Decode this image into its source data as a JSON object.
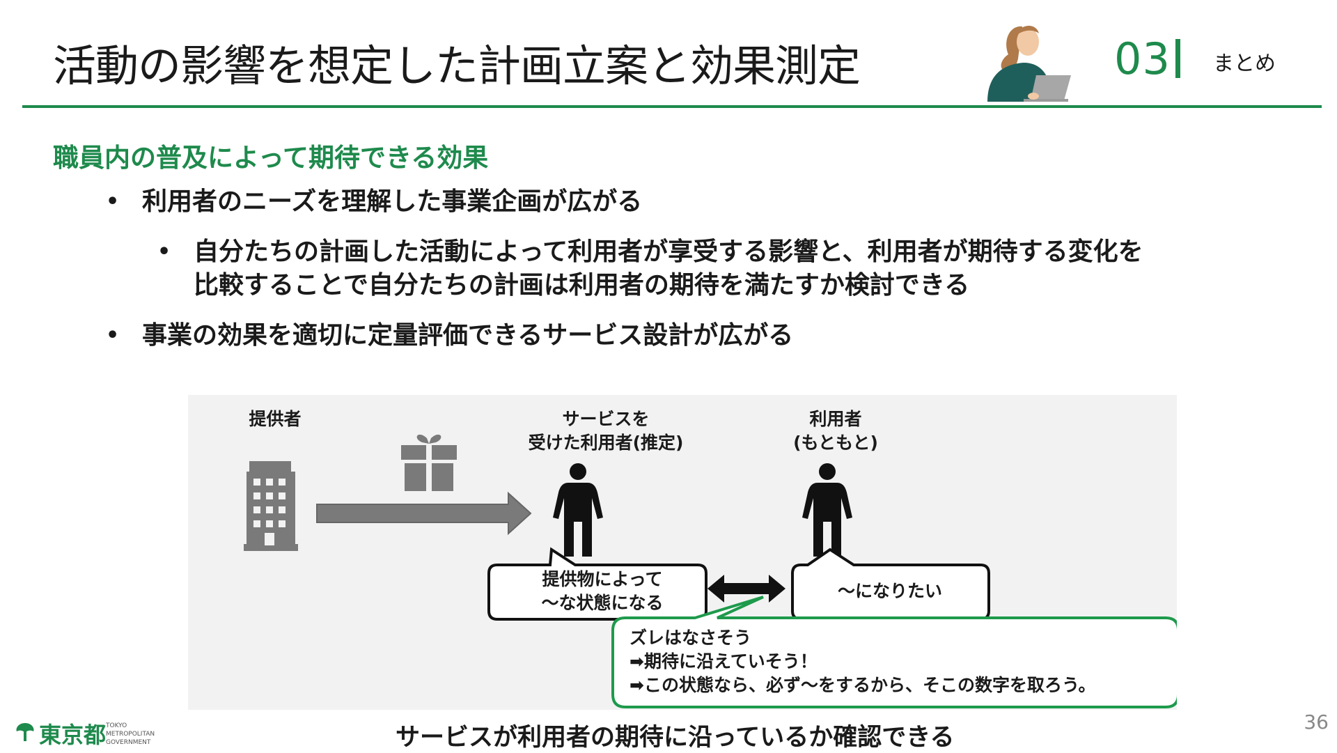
{
  "header": {
    "title": "活動の影響を想定した計画立案と効果測定",
    "section_number": "03",
    "section_label": "まとめ"
  },
  "content": {
    "subtitle": "職員内の普及によって期待できる効果",
    "bullet1": "利用者のニーズを理解した事業企画が広がる",
    "bullet2_line1": "自分たちの計画した活動によって利用者が享受する影響と、利用者が期待する変化を",
    "bullet2_line2": "比較することで自分たちの計画は利用者の期待を満たすか検討できる",
    "bullet3": "事業の効果を適切に定量評価できるサービス設計が広がる",
    "bullet_char": "•"
  },
  "diagram": {
    "provider_label": "提供者",
    "recipient_line1": "サービスを",
    "recipient_line2": "受けた利用者(推定)",
    "user_line1": "利用者",
    "user_line2": "(もともと)",
    "callout_left_line1": "提供物によって",
    "callout_left_line2": "～な状態になる",
    "callout_right": "～になりたい",
    "callout_green_line1": "ズレはなさそう",
    "callout_green_line2": "➡期待に沿えていそう！",
    "callout_green_line3": "➡この状態なら、必ず～をするから、そこの数字を取ろう。"
  },
  "footer": {
    "conclusion": "サービスが利用者の期待に沿っているか確認できる",
    "logo_jp": "東京都",
    "logo_en_line1": "TOKYO METROPOLITAN",
    "logo_en_line2": "GOVERNMENT",
    "page_number": "36"
  },
  "colors": {
    "accent": "#1e8a4c",
    "diagram_bg": "#f2f2f2",
    "icon_gray": "#7a7a7a"
  }
}
